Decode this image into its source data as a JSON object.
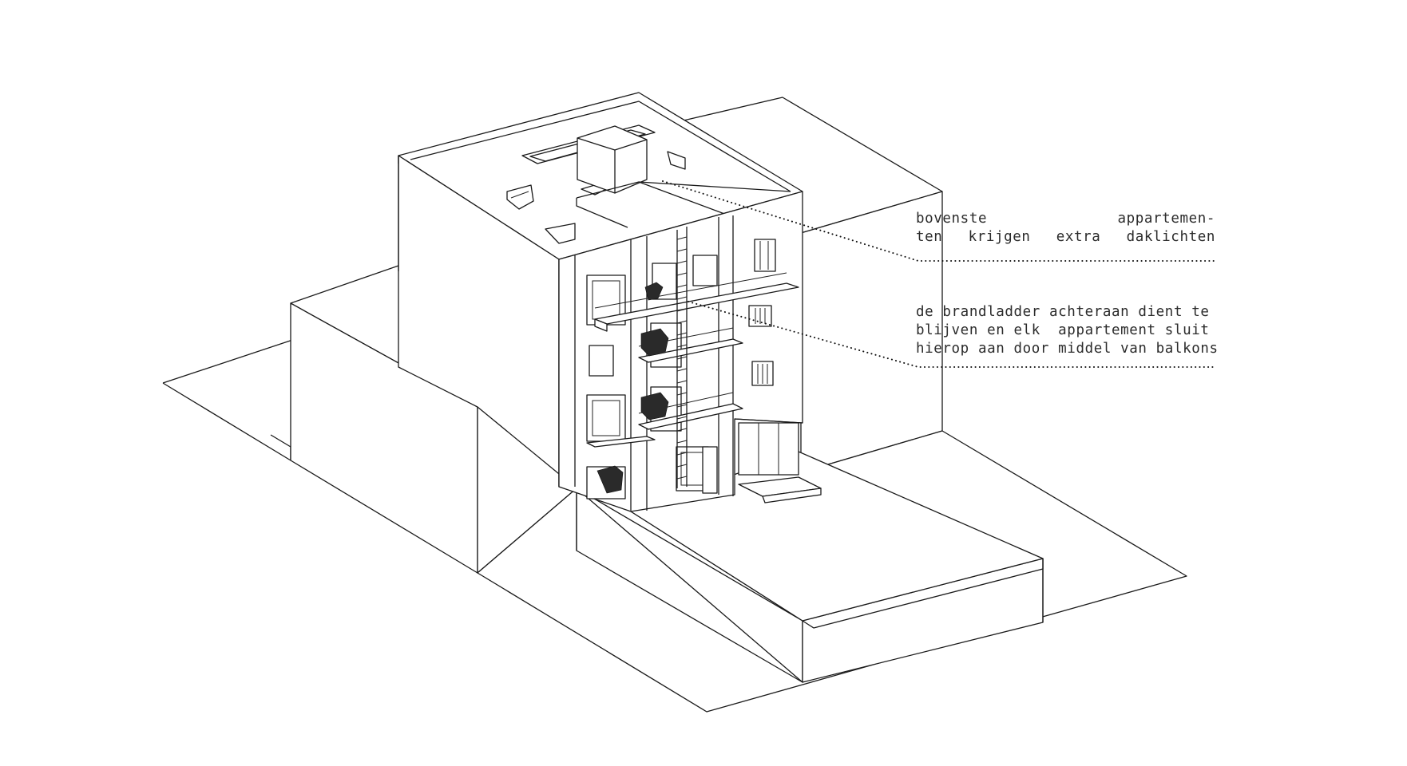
{
  "annotations": {
    "skylights": {
      "line1": "bovenste appartemen-",
      "line2": "ten krijgen extra daklichten"
    },
    "fire_ladder": {
      "line1": "de brandladder achteraan dient te",
      "line2": "blijven en elk  appartement sluit",
      "line3": "hierop aan door middel van balkons"
    }
  }
}
